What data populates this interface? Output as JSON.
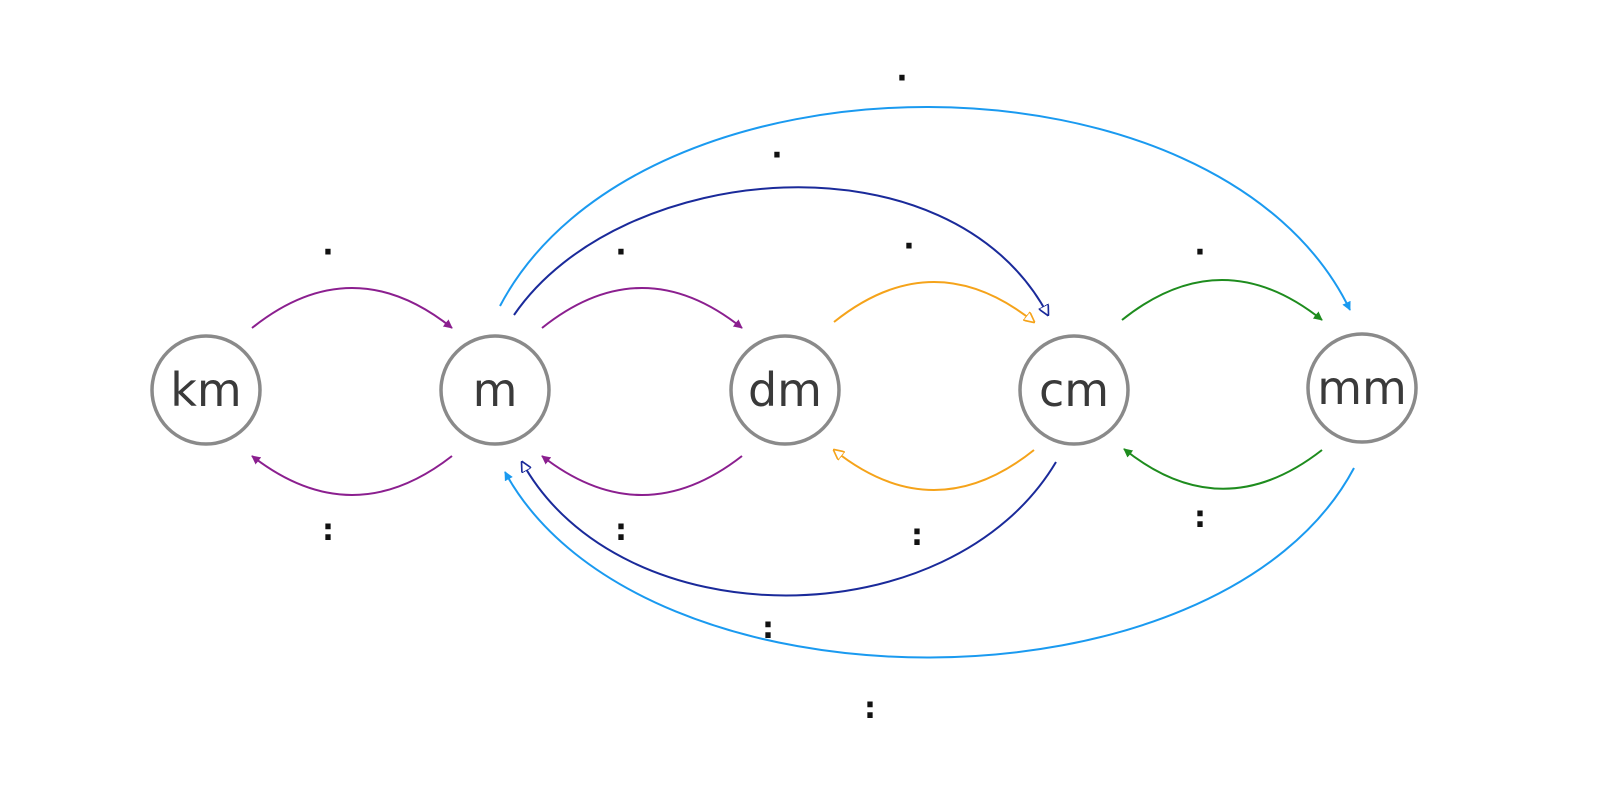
{
  "nodes": [
    {
      "id": "km",
      "label": "km"
    },
    {
      "id": "m",
      "label": "m"
    },
    {
      "id": "dm",
      "label": "dm"
    },
    {
      "id": "cm",
      "label": "cm"
    },
    {
      "id": "mm",
      "label": "mm"
    }
  ],
  "edges": [
    {
      "id": "km-to-m",
      "from": "km",
      "to": "m",
      "label": "·",
      "color": "#8b1f8f",
      "head": "filled"
    },
    {
      "id": "m-to-km",
      "from": "m",
      "to": "km",
      "label": ":",
      "color": "#8b1f8f",
      "head": "filled"
    },
    {
      "id": "m-to-dm",
      "from": "m",
      "to": "dm",
      "label": "·",
      "color": "#8b1f8f",
      "head": "filled"
    },
    {
      "id": "dm-to-m",
      "from": "dm",
      "to": "m",
      "label": ":",
      "color": "#8b1f8f",
      "head": "filled"
    },
    {
      "id": "dm-to-cm",
      "from": "dm",
      "to": "cm",
      "label": "·",
      "color": "#f5a31a",
      "head": "open"
    },
    {
      "id": "cm-to-dm",
      "from": "cm",
      "to": "dm",
      "label": ":",
      "color": "#f5a31a",
      "head": "open"
    },
    {
      "id": "cm-to-mm",
      "from": "cm",
      "to": "mm",
      "label": "·",
      "color": "#1e8c1e",
      "head": "filled"
    },
    {
      "id": "mm-to-cm",
      "from": "mm",
      "to": "cm",
      "label": ":",
      "color": "#1e8c1e",
      "head": "filled"
    },
    {
      "id": "m-to-cm",
      "from": "m",
      "to": "cm",
      "label": "·",
      "color": "#1a2a9a",
      "head": "open"
    },
    {
      "id": "cm-to-m",
      "from": "cm",
      "to": "m",
      "label": ":",
      "color": "#1a2a9a",
      "head": "open"
    },
    {
      "id": "m-to-mm",
      "from": "m",
      "to": "mm",
      "label": "·",
      "color": "#1a9af0",
      "head": "filled"
    },
    {
      "id": "mm-to-m",
      "from": "mm",
      "to": "m",
      "label": ":",
      "color": "#1a9af0",
      "head": "filled"
    }
  ]
}
